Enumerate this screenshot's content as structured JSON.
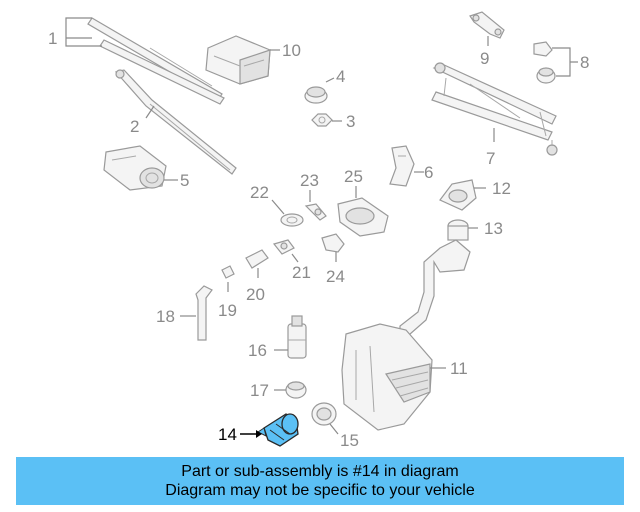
{
  "callouts": {
    "c1": "1",
    "c2": "2",
    "c3": "3",
    "c4": "4",
    "c5": "5",
    "c6": "6",
    "c7": "7",
    "c8": "8",
    "c9": "9",
    "c10": "10",
    "c11": "11",
    "c12": "12",
    "c13": "13",
    "c14": "14",
    "c15": "15",
    "c16": "16",
    "c17": "17",
    "c18": "18",
    "c19": "19",
    "c20": "20",
    "c21": "21",
    "c22": "22",
    "c23": "23",
    "c24": "24",
    "c25": "25"
  },
  "highlight": {
    "part_number": "14",
    "color": "#5bc0f5"
  },
  "banner": {
    "line1": "Part or sub-assembly is #14 in diagram",
    "line2": "Diagram may not be specific to your vehicle"
  }
}
